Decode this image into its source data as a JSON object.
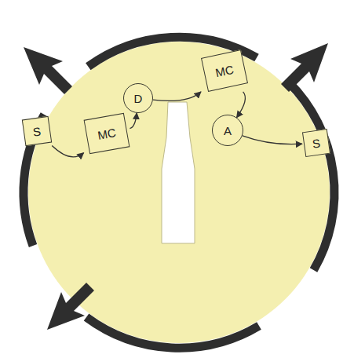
{
  "diagram": {
    "nodes": [
      {
        "text": [
          "S"
        ]
      },
      {
        "text": [
          "MC"
        ]
      },
      {
        "text": [
          "D"
        ]
      },
      {
        "text": [
          "MC"
        ]
      },
      {
        "text": [
          "A"
        ]
      },
      {
        "text": [
          "S"
        ]
      }
    ],
    "edges": [
      {
        "from": 0,
        "to": 1,
        "arrow": "to"
      },
      {
        "from": 1,
        "to": 2,
        "arrow": "to"
      },
      {
        "from": 2,
        "to": 3,
        "arrow": "to"
      },
      {
        "from": 3,
        "to": 4,
        "arrow": "to"
      },
      {
        "from": 4,
        "to": 5,
        "arrow": "to"
      }
    ]
  }
}
